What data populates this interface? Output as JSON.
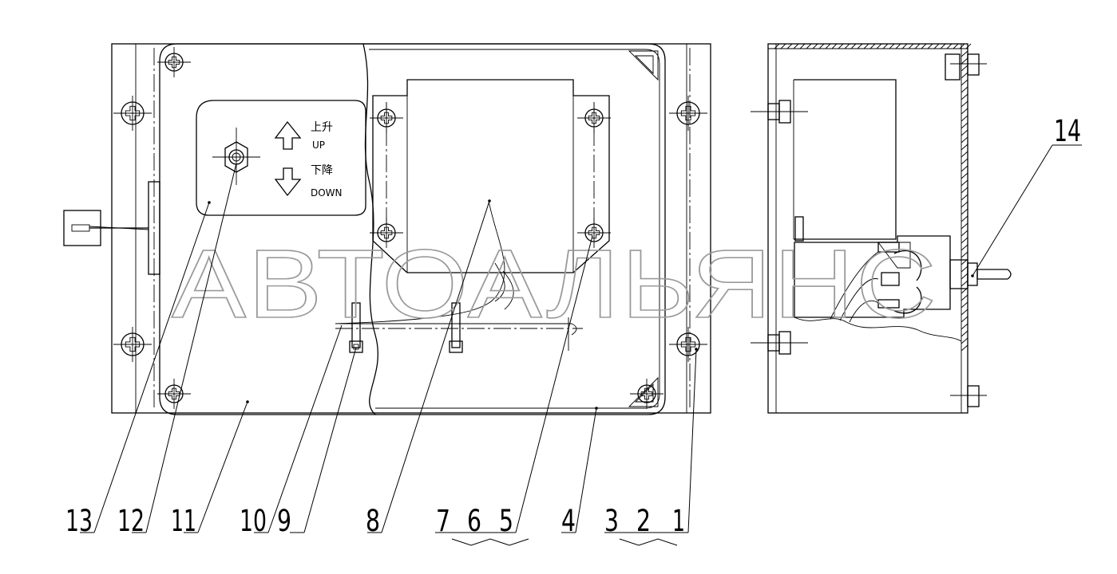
{
  "watermark": "АВТОАЛЬЯНС",
  "panel": {
    "up_cn": "上升",
    "up_en": "UP",
    "down_cn": "下降",
    "down_en": "DOWN"
  },
  "callouts": [
    {
      "id": "c1",
      "label": "1"
    },
    {
      "id": "c2",
      "label": "2"
    },
    {
      "id": "c3",
      "label": "3"
    },
    {
      "id": "c4",
      "label": "4"
    },
    {
      "id": "c5",
      "label": "5"
    },
    {
      "id": "c6",
      "label": "6"
    },
    {
      "id": "c7",
      "label": "7"
    },
    {
      "id": "c8",
      "label": "8"
    },
    {
      "id": "c9",
      "label": "9"
    },
    {
      "id": "c10",
      "label": "10"
    },
    {
      "id": "c11",
      "label": "11"
    },
    {
      "id": "c12",
      "label": "12"
    },
    {
      "id": "c13",
      "label": "13"
    },
    {
      "id": "c14",
      "label": "14"
    }
  ]
}
